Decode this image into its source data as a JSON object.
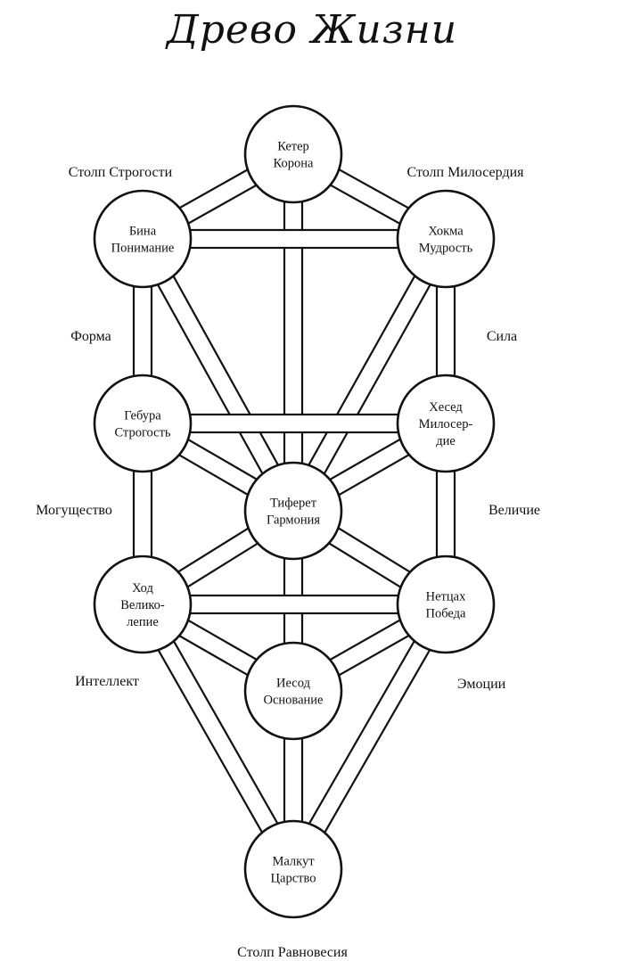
{
  "title": "Древо Жизни",
  "pillars": {
    "left": "Столп Строгости",
    "right": "Столп Милосердия",
    "middle": "Столп Равновесия"
  },
  "qualities": {
    "left_upper": "Форма",
    "right_upper": "Сила",
    "left_middle": "Могущество",
    "right_middle": "Величие",
    "left_lower": "Интеллект",
    "right_lower": "Эмоции"
  },
  "sephirot": [
    {
      "id": "keter",
      "lines": [
        "Кетер",
        "Корона"
      ]
    },
    {
      "id": "bina",
      "lines": [
        "Бина",
        "Понимание"
      ]
    },
    {
      "id": "hokhma",
      "lines": [
        "Хокма",
        "Мудрость"
      ]
    },
    {
      "id": "gebura",
      "lines": [
        "Гебура",
        "Строгость"
      ]
    },
    {
      "id": "hesed",
      "lines": [
        "Хесед",
        "Милосер-",
        "дие"
      ]
    },
    {
      "id": "tiferet",
      "lines": [
        "Тиферет",
        "Гармония"
      ]
    },
    {
      "id": "hod",
      "lines": [
        "Ход",
        "Велико-",
        "лепие"
      ]
    },
    {
      "id": "netsah",
      "lines": [
        "Нетцах",
        "Победа"
      ]
    },
    {
      "id": "yesod",
      "lines": [
        "Иесод",
        "Основание"
      ]
    },
    {
      "id": "malkut",
      "lines": [
        "Малкут",
        "Царство"
      ]
    }
  ],
  "paths": [
    [
      "keter",
      "bina"
    ],
    [
      "keter",
      "hokhma"
    ],
    [
      "keter",
      "tiferet"
    ],
    [
      "bina",
      "hokhma"
    ],
    [
      "bina",
      "gebura"
    ],
    [
      "bina",
      "tiferet"
    ],
    [
      "hokhma",
      "hesed"
    ],
    [
      "hokhma",
      "tiferet"
    ],
    [
      "gebura",
      "hesed"
    ],
    [
      "gebura",
      "tiferet"
    ],
    [
      "gebura",
      "hod"
    ],
    [
      "hesed",
      "tiferet"
    ],
    [
      "hesed",
      "netsah"
    ],
    [
      "tiferet",
      "hod"
    ],
    [
      "tiferet",
      "netsah"
    ],
    [
      "tiferet",
      "yesod"
    ],
    [
      "hod",
      "netsah"
    ],
    [
      "hod",
      "yesod"
    ],
    [
      "hod",
      "malkut"
    ],
    [
      "netsah",
      "yesod"
    ],
    [
      "netsah",
      "malkut"
    ],
    [
      "yesod",
      "malkut"
    ]
  ]
}
